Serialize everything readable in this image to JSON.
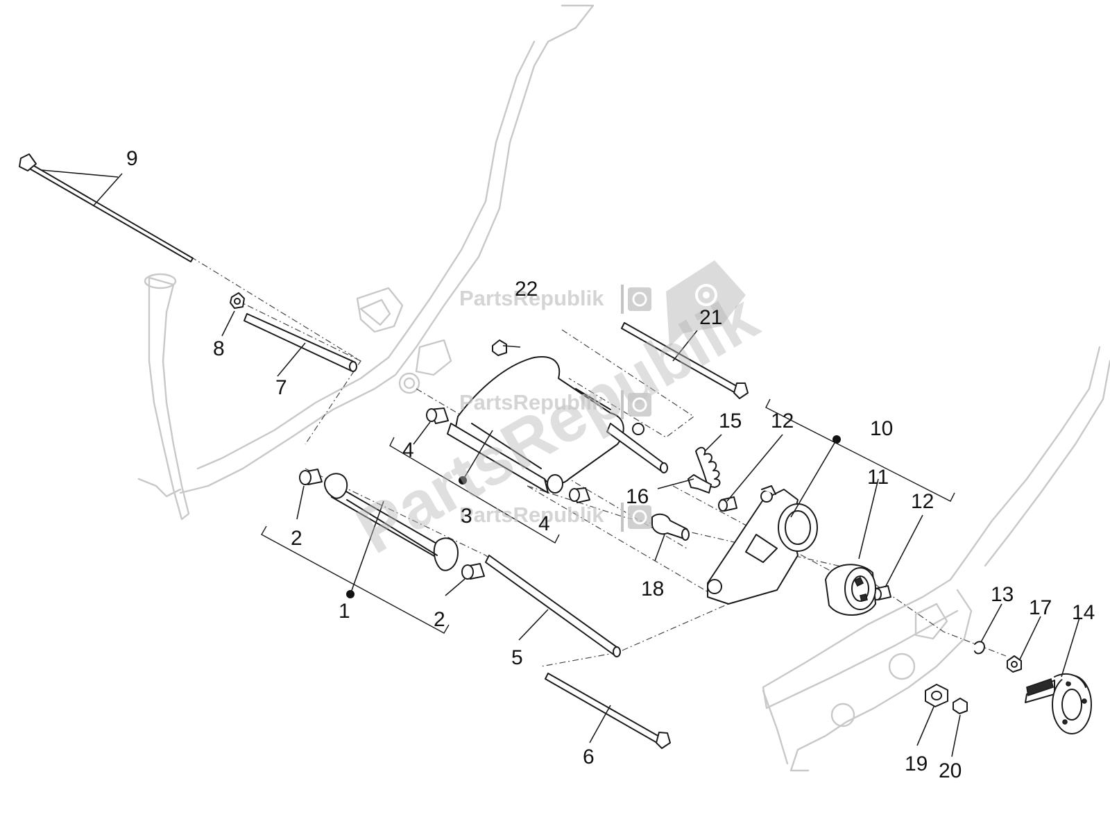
{
  "diagram": {
    "callouts": {
      "c1": "1",
      "c2a": "2",
      "c2b": "2",
      "c3": "3",
      "c4a": "4",
      "c4b": "4",
      "c5": "5",
      "c6": "6",
      "c7": "7",
      "c8": "8",
      "c9": "9",
      "c10": "10",
      "c11": "11",
      "c12a": "12",
      "c12b": "12",
      "c13": "13",
      "c14": "14",
      "c15": "15",
      "c16": "16",
      "c17": "17",
      "c18": "18",
      "c19": "19",
      "c20": "20",
      "c21": "21",
      "c22": "22"
    },
    "watermark": {
      "small_1": "PartsRepublik",
      "small_2": "PartsRepublik",
      "small_3": "PartsRepublik",
      "large": "PartsRepublik"
    },
    "colors": {
      "frame": "#c8c8c8",
      "ink": "#1a1a1a",
      "watermark": "#c4c4c4"
    },
    "icons": [
      "gear-icon"
    ]
  }
}
